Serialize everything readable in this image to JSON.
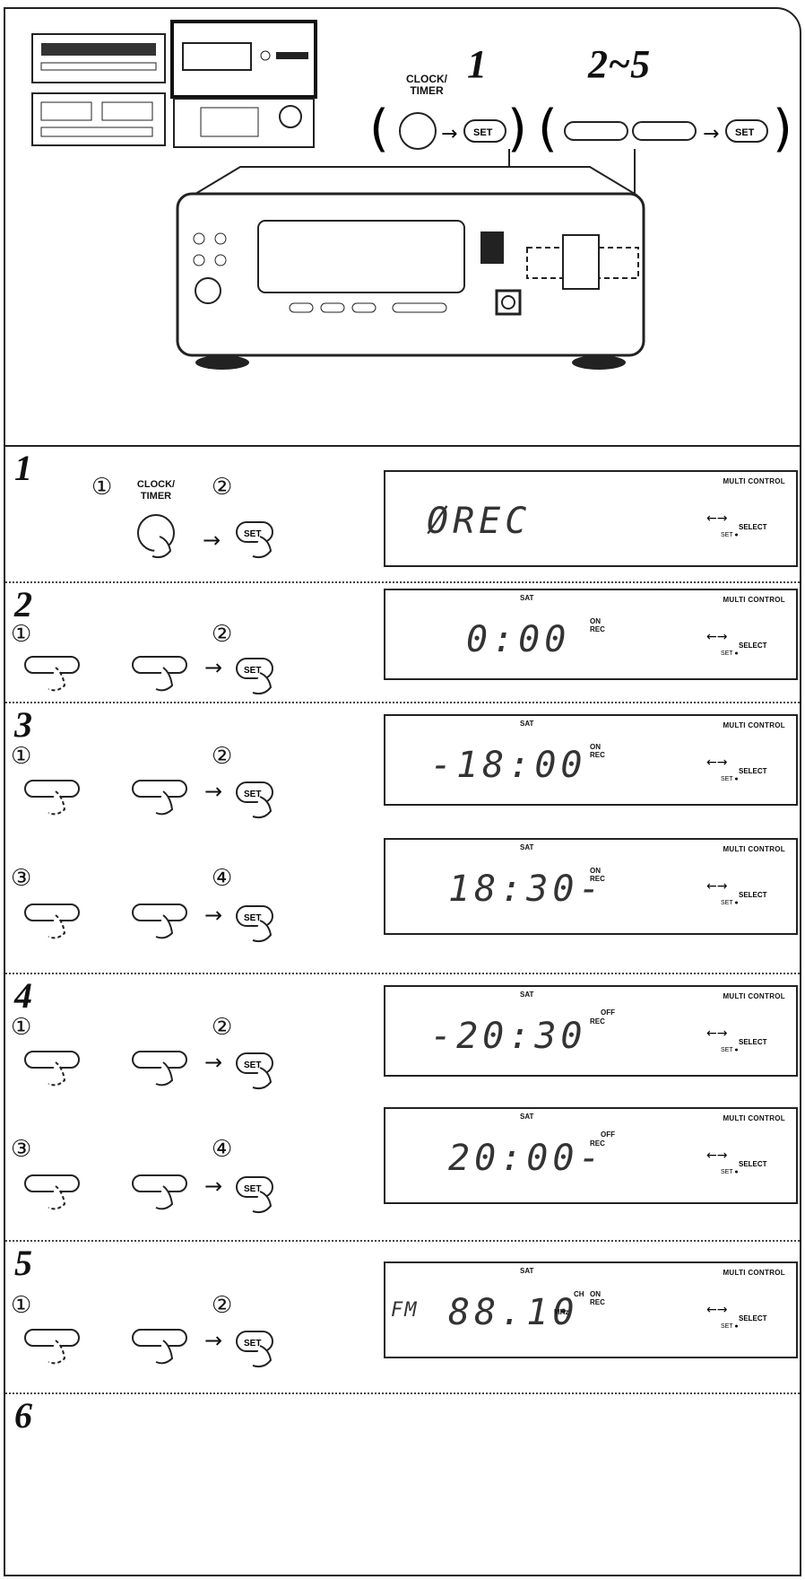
{
  "hero": {
    "clock_timer_label": "CLOCK/\nTIMER",
    "step_one": "1",
    "steps_range": "2~5",
    "set_label": "SET"
  },
  "mc_label": "MULTI CONTROL",
  "select_label": "SELECT",
  "set_dot_label": "SET",
  "steps": [
    {
      "num": "1",
      "clock_timer": "CLOCK/\nTIMER",
      "c1": "①",
      "c2": "②",
      "display": "ØREC"
    },
    {
      "num": "2",
      "c1": "①",
      "c2": "②",
      "display": "0:00",
      "day": "SAT",
      "on": "ON",
      "rec": "REC"
    },
    {
      "num": "3",
      "c1": "①",
      "c2": "②",
      "c3": "③",
      "c4": "④",
      "display_a": "-18:00",
      "display_b": "18:30-",
      "day": "SAT",
      "on": "ON",
      "rec": "REC"
    },
    {
      "num": "4",
      "c1": "①",
      "c2": "②",
      "c3": "③",
      "c4": "④",
      "display_a": "-20:30",
      "display_b": "20:00-",
      "day": "SAT",
      "off": "OFF",
      "rec": "REC"
    },
    {
      "num": "5",
      "c1": "①",
      "c2": "②",
      "band": "FM",
      "display": "88.10",
      "unit": "MHz",
      "day": "SAT",
      "on": "ON",
      "rec": "REC",
      "ch": "CH"
    },
    {
      "num": "6"
    }
  ]
}
